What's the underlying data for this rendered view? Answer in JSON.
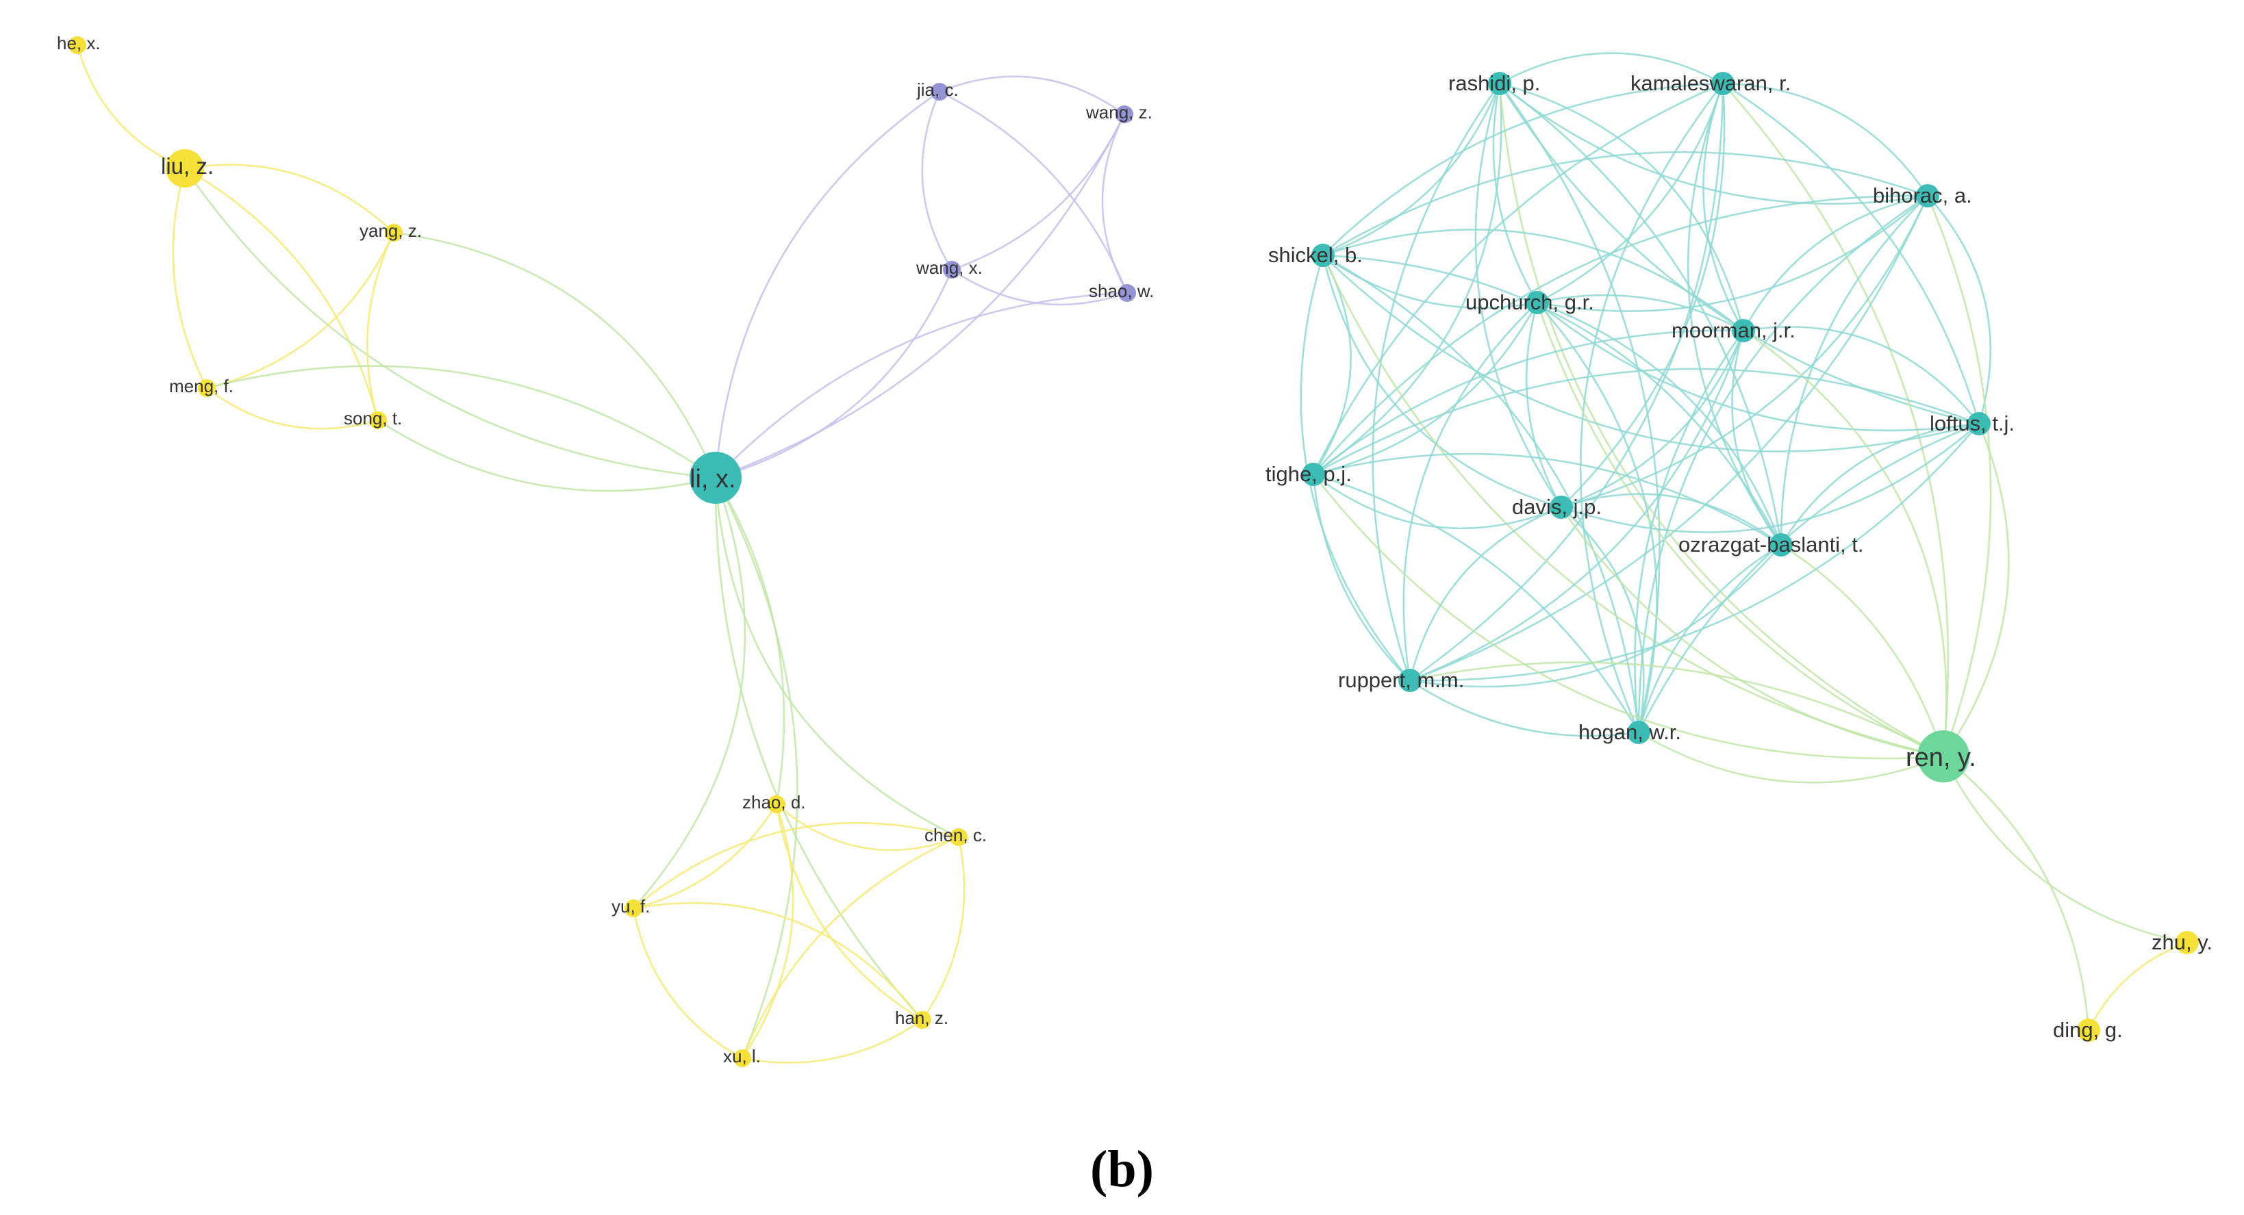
{
  "panel_label": "(b)",
  "colors": {
    "yellow": "#F5E13A",
    "teal": "#3DBCB6",
    "purple": "#9493D6",
    "green": "#6DD69A",
    "yellow_link": "#F4EA73",
    "purple_link": "#C3C1EA",
    "teal_link": "#8FD8D4",
    "mixed_link": "#C1E5A8"
  },
  "networks": [
    {
      "name": "",
      "nodes": [
        {
          "id": "he_x",
          "label": "he, x.",
          "cluster": "yellow",
          "weight": "small"
        },
        {
          "id": "liu_z",
          "label": "liu, z.",
          "cluster": "yellow",
          "weight": "large"
        },
        {
          "id": "yang_z",
          "label": "yang, z.",
          "cluster": "yellow",
          "weight": "small"
        },
        {
          "id": "meng_f",
          "label": "meng, f.",
          "cluster": "yellow",
          "weight": "small"
        },
        {
          "id": "song_t",
          "label": "song, t.",
          "cluster": "yellow",
          "weight": "small"
        },
        {
          "id": "li_x",
          "label": "li, x.",
          "cluster": "teal",
          "weight": "xlarge"
        },
        {
          "id": "jia_c",
          "label": "jia, c.",
          "cluster": "purple",
          "weight": "small"
        },
        {
          "id": "wang_z",
          "label": "wang, z.",
          "cluster": "purple",
          "weight": "small"
        },
        {
          "id": "wang_x",
          "label": "wang, x.",
          "cluster": "purple",
          "weight": "small"
        },
        {
          "id": "shao_w",
          "label": "shao, w.",
          "cluster": "purple",
          "weight": "small"
        },
        {
          "id": "zhao_d",
          "label": "zhao, d.",
          "cluster": "yellow",
          "weight": "small"
        },
        {
          "id": "chen_c",
          "label": "chen, c.",
          "cluster": "yellow",
          "weight": "small"
        },
        {
          "id": "yu_f",
          "label": "yu, f.",
          "cluster": "yellow",
          "weight": "small"
        },
        {
          "id": "han_z",
          "label": "han, z.",
          "cluster": "yellow",
          "weight": "small"
        },
        {
          "id": "xu_l",
          "label": "xu, l.",
          "cluster": "yellow",
          "weight": "small"
        }
      ]
    },
    {
      "name": "",
      "nodes": [
        {
          "id": "rashidi_p",
          "label": "rashidi, p.",
          "cluster": "teal",
          "weight": "medium"
        },
        {
          "id": "kamaleswaran_r",
          "label": "kamaleswaran, r.",
          "cluster": "teal",
          "weight": "medium"
        },
        {
          "id": "bihorac_a",
          "label": "bihorac, a.",
          "cluster": "teal",
          "weight": "medium"
        },
        {
          "id": "shickel_b",
          "label": "shickel, b.",
          "cluster": "teal",
          "weight": "medium"
        },
        {
          "id": "upchurch_gr",
          "label": "upchurch, g.r.",
          "cluster": "teal",
          "weight": "medium"
        },
        {
          "id": "moorman_jr",
          "label": "moorman, j.r.",
          "cluster": "teal",
          "weight": "medium"
        },
        {
          "id": "loftus_tj",
          "label": "loftus, t.j.",
          "cluster": "teal",
          "weight": "medium"
        },
        {
          "id": "tighe_pj",
          "label": "tighe, p.j.",
          "cluster": "teal",
          "weight": "medium"
        },
        {
          "id": "davis_jp",
          "label": "davis, j.p.",
          "cluster": "teal",
          "weight": "medium"
        },
        {
          "id": "ozrazgat_t",
          "label": "ozrazgat-baslanti, t.",
          "cluster": "teal",
          "weight": "medium"
        },
        {
          "id": "ruppert_mm",
          "label": "ruppert, m.m.",
          "cluster": "teal",
          "weight": "medium"
        },
        {
          "id": "hogan_wr",
          "label": "hogan, w.r.",
          "cluster": "teal",
          "weight": "medium"
        },
        {
          "id": "ren_y",
          "label": "ren, y.",
          "cluster": "green",
          "weight": "xlarge"
        },
        {
          "id": "zhu_y",
          "label": "zhu, y.",
          "cluster": "yellow",
          "weight": "medium"
        },
        {
          "id": "ding_g",
          "label": "ding, g.",
          "cluster": "yellow",
          "weight": "medium"
        }
      ]
    }
  ],
  "edges": [
    [
      "he_x",
      "liu_z"
    ],
    [
      "liu_z",
      "yang_z"
    ],
    [
      "liu_z",
      "meng_f"
    ],
    [
      "liu_z",
      "song_t"
    ],
    [
      "liu_z",
      "li_x"
    ],
    [
      "yang_z",
      "meng_f"
    ],
    [
      "yang_z",
      "song_t"
    ],
    [
      "yang_z",
      "li_x"
    ],
    [
      "meng_f",
      "song_t"
    ],
    [
      "meng_f",
      "li_x"
    ],
    [
      "song_t",
      "li_x"
    ],
    [
      "jia_c",
      "wang_z"
    ],
    [
      "jia_c",
      "wang_x"
    ],
    [
      "jia_c",
      "shao_w"
    ],
    [
      "jia_c",
      "li_x"
    ],
    [
      "wang_z",
      "wang_x"
    ],
    [
      "wang_z",
      "shao_w"
    ],
    [
      "wang_z",
      "li_x"
    ],
    [
      "wang_x",
      "shao_w"
    ],
    [
      "wang_x",
      "li_x"
    ],
    [
      "shao_w",
      "li_x"
    ],
    [
      "li_x",
      "zhao_d"
    ],
    [
      "li_x",
      "chen_c"
    ],
    [
      "li_x",
      "yu_f"
    ],
    [
      "li_x",
      "han_z"
    ],
    [
      "li_x",
      "xu_l"
    ],
    [
      "zhao_d",
      "chen_c"
    ],
    [
      "zhao_d",
      "yu_f"
    ],
    [
      "zhao_d",
      "han_z"
    ],
    [
      "zhao_d",
      "xu_l"
    ],
    [
      "chen_c",
      "yu_f"
    ],
    [
      "chen_c",
      "han_z"
    ],
    [
      "chen_c",
      "xu_l"
    ],
    [
      "yu_f",
      "han_z"
    ],
    [
      "yu_f",
      "xu_l"
    ],
    [
      "han_z",
      "xu_l"
    ],
    [
      "ren_y",
      "zhu_y"
    ],
    [
      "ren_y",
      "ding_g"
    ],
    [
      "zhu_y",
      "ding_g"
    ],
    [
      "rashidi_p",
      "kamaleswaran_r"
    ],
    [
      "rashidi_p",
      "bihorac_a"
    ],
    [
      "rashidi_p",
      "shickel_b"
    ],
    [
      "rashidi_p",
      "upchurch_gr"
    ],
    [
      "rashidi_p",
      "moorman_jr"
    ],
    [
      "rashidi_p",
      "loftus_tj"
    ],
    [
      "rashidi_p",
      "tighe_pj"
    ],
    [
      "rashidi_p",
      "davis_jp"
    ],
    [
      "rashidi_p",
      "ozrazgat_t"
    ],
    [
      "rashidi_p",
      "ruppert_mm"
    ],
    [
      "rashidi_p",
      "hogan_wr"
    ],
    [
      "rashidi_p",
      "ren_y"
    ],
    [
      "kamaleswaran_r",
      "bihorac_a"
    ],
    [
      "kamaleswaran_r",
      "shickel_b"
    ],
    [
      "kamaleswaran_r",
      "upchurch_gr"
    ],
    [
      "kamaleswaran_r",
      "moorman_jr"
    ],
    [
      "kamaleswaran_r",
      "loftus_tj"
    ],
    [
      "kamaleswaran_r",
      "tighe_pj"
    ],
    [
      "kamaleswaran_r",
      "davis_jp"
    ],
    [
      "kamaleswaran_r",
      "ozrazgat_t"
    ],
    [
      "kamaleswaran_r",
      "ruppert_mm"
    ],
    [
      "kamaleswaran_r",
      "hogan_wr"
    ],
    [
      "kamaleswaran_r",
      "ren_y"
    ],
    [
      "bihorac_a",
      "shickel_b"
    ],
    [
      "bihorac_a",
      "upchurch_gr"
    ],
    [
      "bihorac_a",
      "moorman_jr"
    ],
    [
      "bihorac_a",
      "loftus_tj"
    ],
    [
      "bihorac_a",
      "tighe_pj"
    ],
    [
      "bihorac_a",
      "davis_jp"
    ],
    [
      "bihorac_a",
      "ozrazgat_t"
    ],
    [
      "bihorac_a",
      "ruppert_mm"
    ],
    [
      "bihorac_a",
      "hogan_wr"
    ],
    [
      "bihorac_a",
      "ren_y"
    ],
    [
      "shickel_b",
      "upchurch_gr"
    ],
    [
      "shickel_b",
      "moorman_jr"
    ],
    [
      "shickel_b",
      "loftus_tj"
    ],
    [
      "shickel_b",
      "tighe_pj"
    ],
    [
      "shickel_b",
      "davis_jp"
    ],
    [
      "shickel_b",
      "ozrazgat_t"
    ],
    [
      "shickel_b",
      "ruppert_mm"
    ],
    [
      "shickel_b",
      "hogan_wr"
    ],
    [
      "shickel_b",
      "ren_y"
    ],
    [
      "upchurch_gr",
      "moorman_jr"
    ],
    [
      "upchurch_gr",
      "loftus_tj"
    ],
    [
      "upchurch_gr",
      "tighe_pj"
    ],
    [
      "upchurch_gr",
      "davis_jp"
    ],
    [
      "upchurch_gr",
      "ozrazgat_t"
    ],
    [
      "upchurch_gr",
      "ruppert_mm"
    ],
    [
      "upchurch_gr",
      "hogan_wr"
    ],
    [
      "upchurch_gr",
      "ren_y"
    ],
    [
      "moorman_jr",
      "loftus_tj"
    ],
    [
      "moorman_jr",
      "tighe_pj"
    ],
    [
      "moorman_jr",
      "davis_jp"
    ],
    [
      "moorman_jr",
      "ozrazgat_t"
    ],
    [
      "moorman_jr",
      "ruppert_mm"
    ],
    [
      "moorman_jr",
      "hogan_wr"
    ],
    [
      "moorman_jr",
      "ren_y"
    ],
    [
      "loftus_tj",
      "tighe_pj"
    ],
    [
      "loftus_tj",
      "davis_jp"
    ],
    [
      "loftus_tj",
      "ozrazgat_t"
    ],
    [
      "loftus_tj",
      "ruppert_mm"
    ],
    [
      "loftus_tj",
      "hogan_wr"
    ],
    [
      "loftus_tj",
      "ren_y"
    ],
    [
      "tighe_pj",
      "davis_jp"
    ],
    [
      "tighe_pj",
      "ozrazgat_t"
    ],
    [
      "tighe_pj",
      "ruppert_mm"
    ],
    [
      "tighe_pj",
      "hogan_wr"
    ],
    [
      "tighe_pj",
      "ren_y"
    ],
    [
      "davis_jp",
      "ozrazgat_t"
    ],
    [
      "davis_jp",
      "ruppert_mm"
    ],
    [
      "davis_jp",
      "hogan_wr"
    ],
    [
      "davis_jp",
      "ren_y"
    ],
    [
      "ozrazgat_t",
      "ruppert_mm"
    ],
    [
      "ozrazgat_t",
      "hogan_wr"
    ],
    [
      "ozrazgat_t",
      "ren_y"
    ],
    [
      "ruppert_mm",
      "hogan_wr"
    ],
    [
      "ruppert_mm",
      "ren_y"
    ],
    [
      "hogan_wr",
      "ren_y"
    ]
  ]
}
